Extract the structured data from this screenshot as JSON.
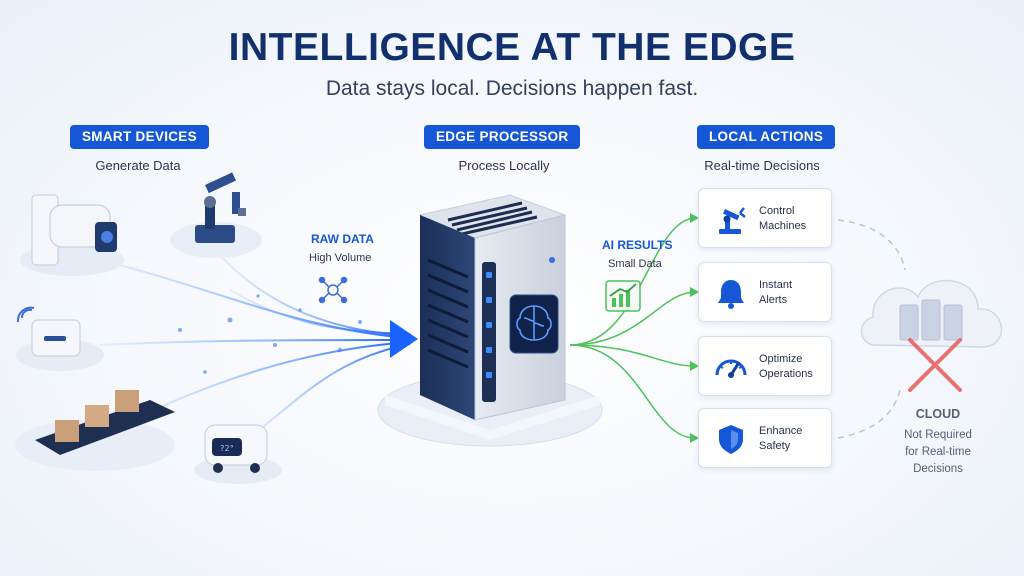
{
  "header": {
    "title": "INTELLIGENCE AT THE EDGE",
    "subtitle": "Data stays local. Decisions happen fast."
  },
  "sections": {
    "devices": {
      "label": "SMART DEVICES",
      "caption": "Generate Data"
    },
    "processor": {
      "label": "EDGE PROCESSOR",
      "caption": "Process Locally"
    },
    "actions": {
      "label": "LOCAL ACTIONS",
      "caption": "Real-time Decisions"
    }
  },
  "flows": {
    "raw": {
      "label": "RAW DATA",
      "sub": "High Volume"
    },
    "ai": {
      "label": "AI RESULTS",
      "sub": "Small Data"
    }
  },
  "actions": [
    {
      "line1": "Control",
      "line2": "Machines",
      "icon": "robot-arm-icon"
    },
    {
      "line1": "Instant",
      "line2": "Alerts",
      "icon": "bell-icon"
    },
    {
      "line1": "Optimize",
      "line2": "Operations",
      "icon": "gauge-icon"
    },
    {
      "line1": "Enhance",
      "line2": "Safety",
      "icon": "shield-icon"
    }
  ],
  "cloud": {
    "title": "CLOUD",
    "line1": "Not Required",
    "line2": "for Real-time",
    "line3": "Decisions"
  },
  "robot_display": "?2°",
  "colors": {
    "accent": "#1557d6",
    "title": "#13306e",
    "ai_green": "#4cc25a",
    "cloud_cross": "#e85a5a"
  }
}
